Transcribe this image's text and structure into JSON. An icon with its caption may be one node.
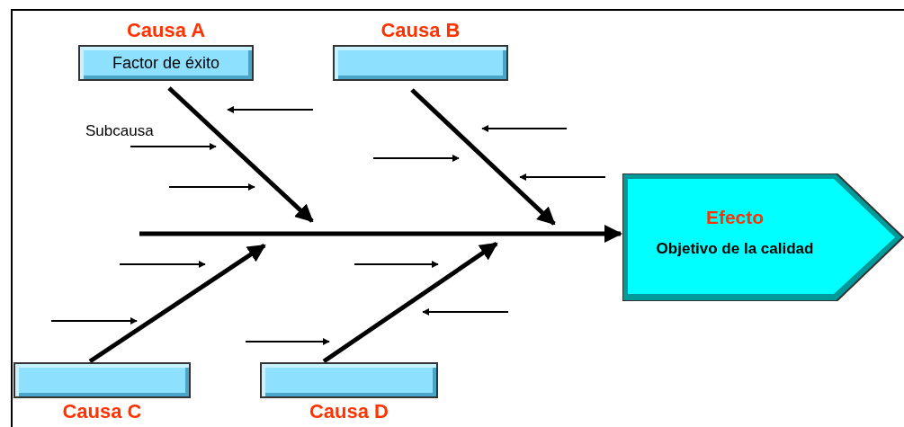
{
  "diagram": {
    "nodes": [
      {
        "text": [
          "Causa A",
          "Factor de éxito"
        ]
      },
      {
        "text": [
          "Causa B"
        ]
      },
      {
        "text": [
          "Causa C"
        ]
      },
      {
        "text": [
          "Causa D"
        ]
      },
      {
        "text": [
          "Efecto",
          "Objetivo de la calidad"
        ]
      }
    ],
    "edges": [
      {
        "from": null,
        "to": 4,
        "arrow": "to"
      },
      {
        "from": 0,
        "to": null,
        "arrow": "to"
      },
      {
        "from": 1,
        "to": null,
        "arrow": "to"
      },
      {
        "from": 2,
        "to": null,
        "arrow": "to"
      },
      {
        "from": 3,
        "to": null,
        "arrow": "to"
      }
    ],
    "labels": [
      "Subcausa"
    ]
  }
}
